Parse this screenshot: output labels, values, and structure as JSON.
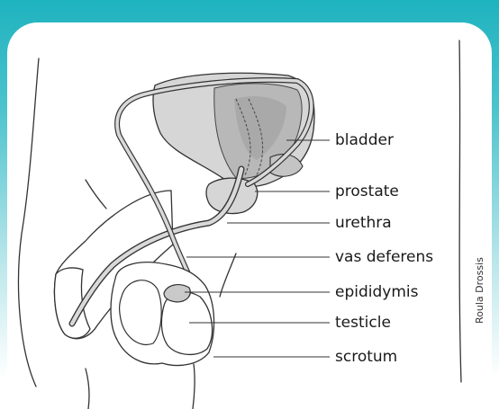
{
  "labels": {
    "bladder": "bladder",
    "prostate": "prostate",
    "urethra": "urethra",
    "vas_deferens": "vas deferens",
    "epididymis": "epididymis",
    "testicle": "testicle",
    "scrotum": "scrotum"
  },
  "credit": "Roula Drossis",
  "colors": {
    "header_teal": "#1eb3bf",
    "organ_fill": "#d6d6d6",
    "organ_shade": "#b5b5b5",
    "line": "#333333"
  }
}
